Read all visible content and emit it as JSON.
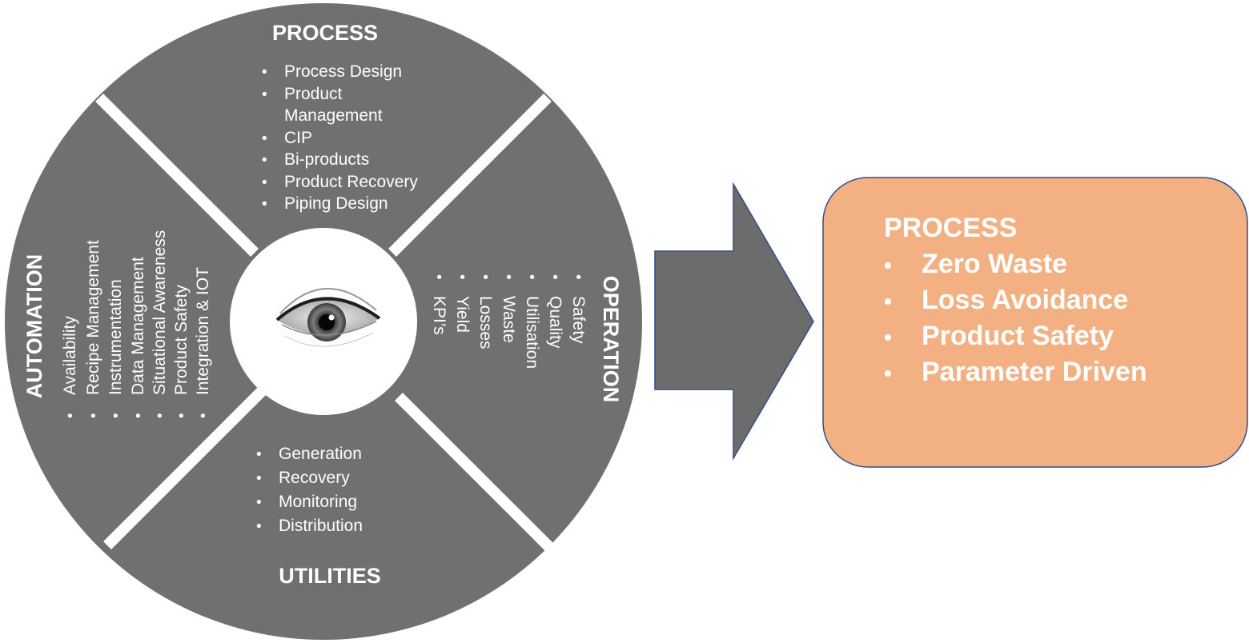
{
  "colors": {
    "wheel": "#717070",
    "separator": "#ffffff",
    "arrow_fill": "#6d6c6c",
    "arrow_stroke": "#2f4e8a",
    "box_fill": "#f3b083",
    "box_stroke": "#2f4e8a",
    "text": "#ffffff"
  },
  "center": {
    "icon": "eye-icon"
  },
  "wheel": {
    "process": {
      "title": "PROCESS",
      "items": [
        "Process Design",
        "Product",
        "Management",
        "CIP",
        "Bi-products",
        "Product Recovery",
        "Piping Design"
      ]
    },
    "operation": {
      "title": "OPERATION",
      "items": [
        "Safety",
        "Quality",
        "Utilisation",
        "Waste",
        "Losses",
        "Yield",
        "KPI’s"
      ]
    },
    "utilities": {
      "title": "UTILITIES",
      "items": [
        "Generation",
        "Recovery",
        "Monitoring",
        "Distribution"
      ]
    },
    "automation": {
      "title": "AUTOMATION",
      "items": [
        "Availability",
        "Recipe Management",
        "Instrumentation",
        "Data Management",
        "Situational Awareness",
        "Product Safety",
        "Integration & IOT"
      ]
    }
  },
  "bullet": "•",
  "result_box": {
    "title": "PROCESS",
    "items": [
      "Zero Waste",
      "Loss Avoidance",
      "Product Safety",
      "Parameter Driven"
    ]
  }
}
